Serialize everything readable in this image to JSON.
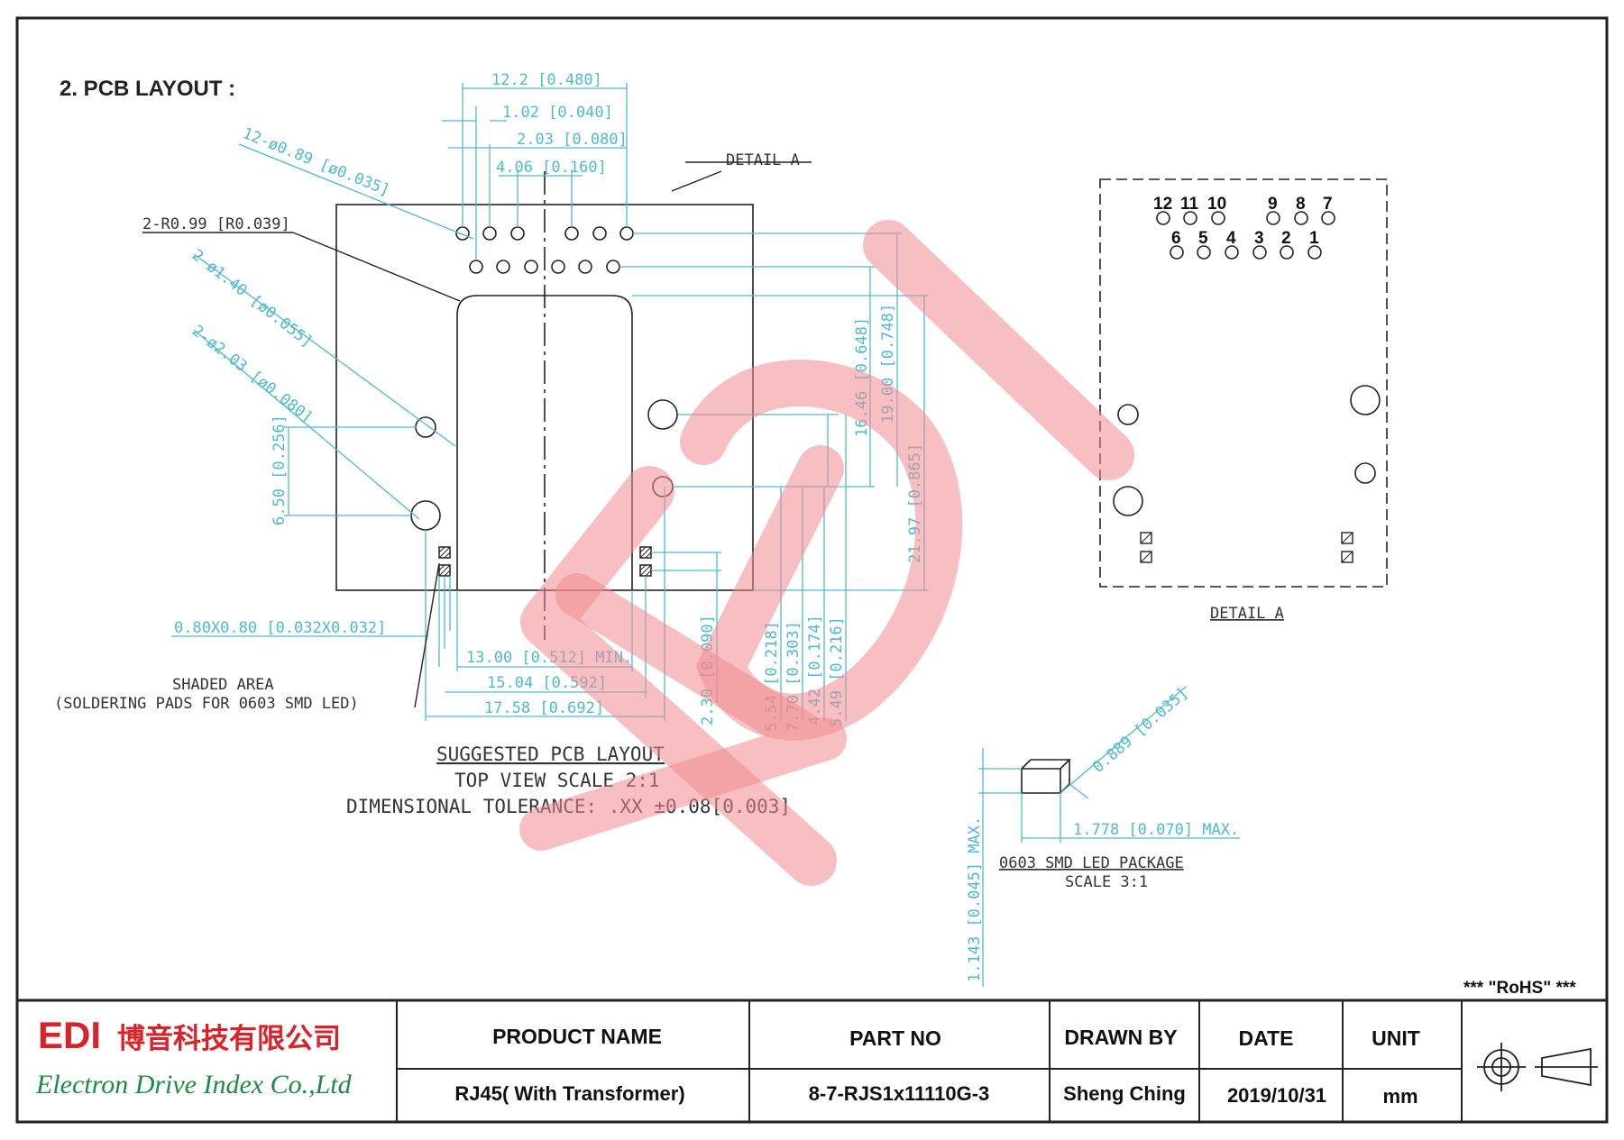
{
  "section_title": "2. PCB LAYOUT :",
  "top_dimensions": {
    "overall_width": "12.2 [0.480]",
    "pitch_1": "1.02 [0.040]",
    "pitch_2": "2.03 [0.080]",
    "pitch_3": "4.06 [0.160]"
  },
  "hole_callouts": {
    "small_holes": "12-ø0.89 [ø0.035]",
    "corner_radius": "2-R0.99 [R0.039]",
    "led_holes": "2-ø1.40 [ø0.055]",
    "mount_holes": "2-ø2.03 [ø0.080]"
  },
  "detail_label": "DETAIL A",
  "vertical_dimensions": {
    "v_6_50": "6.50 [0.256]",
    "v_16_46": "16.46 [0.648]",
    "v_19_00": "19.00 [0.748]",
    "v_21_97": "21.97 [0.865]",
    "v_2_30": "2.30 [0.090]",
    "v_5_54": "5.54 [0.218]",
    "v_7_70": "7.70 [0.303]",
    "v_4_42": "4.42 [0.174]",
    "v_5_49": "5.49 [0.216]"
  },
  "pad_size": "0.80X0.80 [0.032X0.032]",
  "horizontal_dimensions": {
    "h_13_00": "13.00 [0.512] MIN.",
    "h_15_04": "15.04 [0.592]",
    "h_17_58": "17.58 [0.692]"
  },
  "shaded_area": {
    "line1": "SHADED AREA",
    "line2": "(SOLDERING PADS FOR 0603 SMD LED)"
  },
  "layout_caption": {
    "title": "SUGGESTED PCB LAYOUT",
    "scale": "TOP VIEW SCALE 2:1",
    "tolerance": "DIMENSIONAL TOLERANCE: .XX ±0.08[0.003]"
  },
  "detail_a": {
    "pins_top": [
      "12",
      "11",
      "10",
      "9",
      "8",
      "7"
    ],
    "pins_bottom": [
      "6",
      "5",
      "4",
      "3",
      "2",
      "1"
    ],
    "caption": "DETAIL A"
  },
  "led_package": {
    "height": "1.143 [0.045] MAX.",
    "depth": "0.889 [0.035]",
    "length": "1.778 [0.070] MAX.",
    "title": "0603 SMD LED PACKAGE",
    "scale": "SCALE 3:1"
  },
  "rohs": "*** \"RoHS\" ***",
  "title_block": {
    "logo_text": "EDI",
    "company_cn": "博音科技有限公司",
    "company_en": "Electron Drive Index Co.,Ltd",
    "product_name_label": "PRODUCT NAME",
    "product_name": "RJ45( With Transformer)",
    "part_no_label": "PART  NO",
    "part_no": "8-7-RJS1x11110G-3",
    "drawn_by_label": "DRAWN BY",
    "drawn_by": "Sheng Ching",
    "date_label": "DATE",
    "date": "2019/10/31",
    "unit_label": "UNIT",
    "unit": "mm"
  },
  "colors": {
    "dimension": "#4fb9d0",
    "outline": "#222222",
    "watermark": "#f08a8e"
  }
}
